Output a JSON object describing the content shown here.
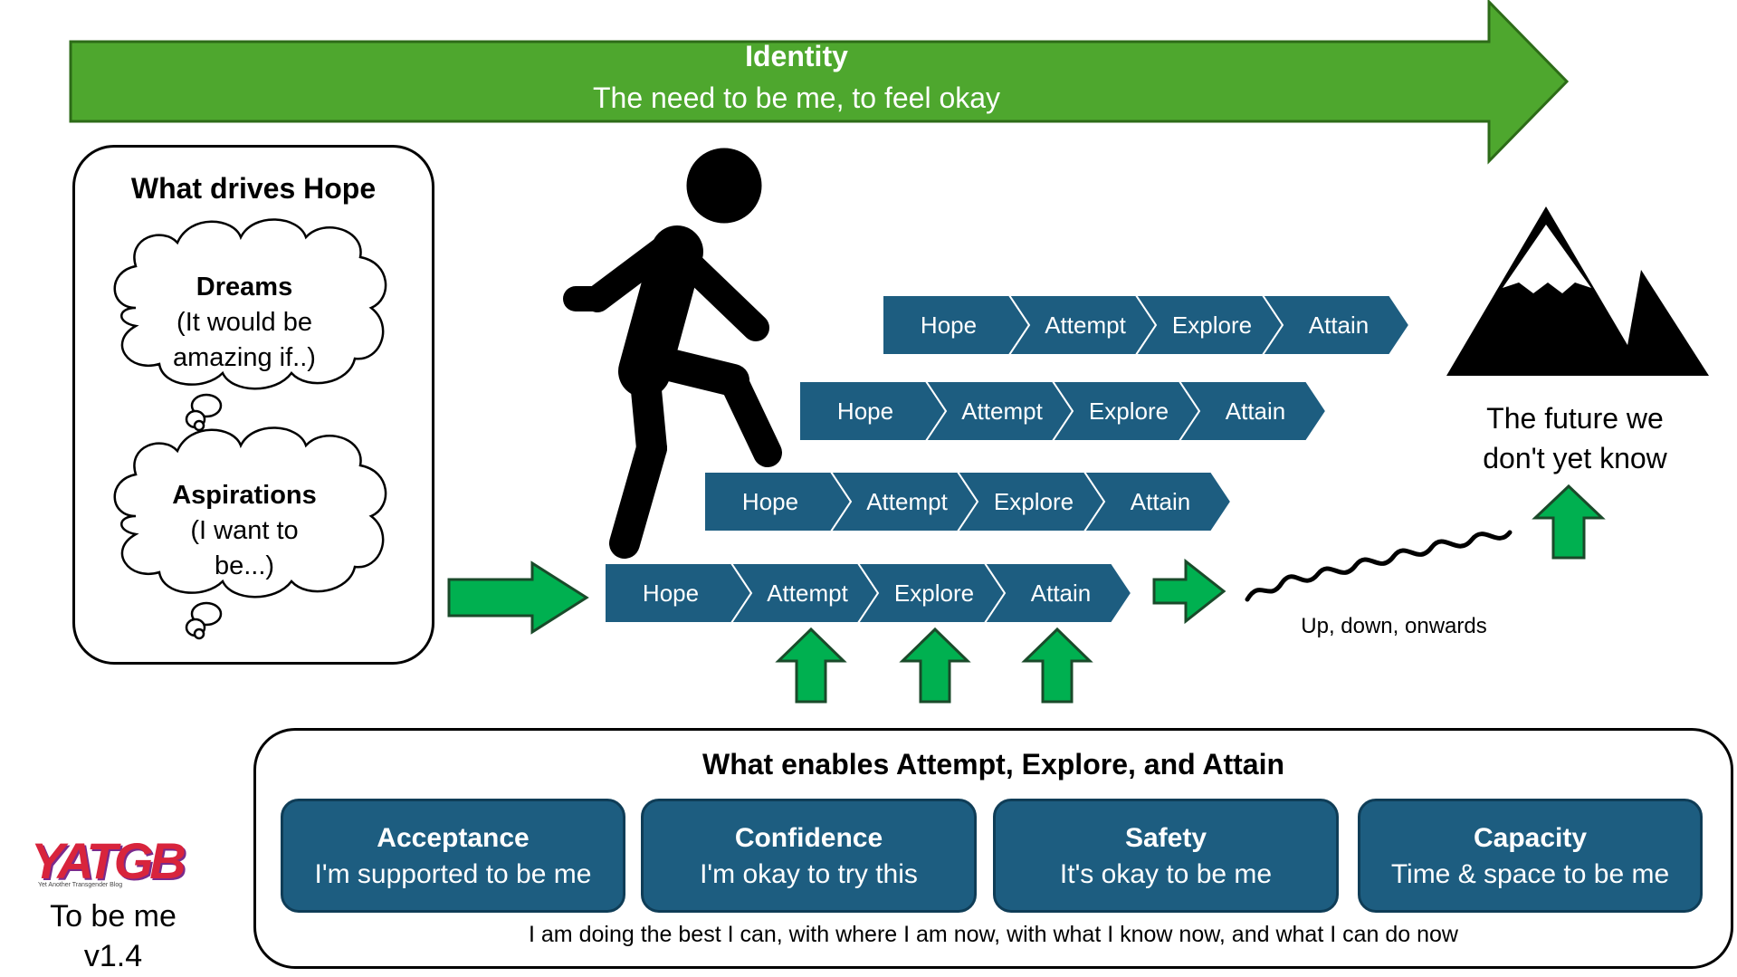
{
  "identity": {
    "title": "Identity",
    "subtitle": "The need to be me, to feel okay"
  },
  "drives": {
    "title": "What drives Hope",
    "dreams": {
      "title": "Dreams",
      "line1": "(It would be",
      "line2": "amazing if..)"
    },
    "aspirations": {
      "title": "Aspirations",
      "line1": "(I want to",
      "line2": "be...)"
    }
  },
  "process_rows": [
    [
      "Hope",
      "Attempt",
      "Explore",
      "Attain"
    ],
    [
      "Hope",
      "Attempt",
      "Explore",
      "Attain"
    ],
    [
      "Hope",
      "Attempt",
      "Explore",
      "Attain"
    ],
    [
      "Hope",
      "Attempt",
      "Explore",
      "Attain"
    ]
  ],
  "future": {
    "line1": "The future we",
    "line2": "don't yet know"
  },
  "wave_label": "Up, down, onwards",
  "enables": {
    "title": "What enables Attempt, Explore, and Attain",
    "cards": [
      {
        "title": "Acceptance",
        "subtitle": "I'm supported to be me"
      },
      {
        "title": "Confidence",
        "subtitle": "I'm okay to try this"
      },
      {
        "title": "Safety",
        "subtitle": "It's okay to be me"
      },
      {
        "title": "Capacity",
        "subtitle": "Time & space to be me"
      }
    ],
    "footer": "I am doing the best I can, with where I am now, with what I know now, and what I can do now"
  },
  "logo": {
    "text": "YATGB",
    "tagline": "Yet Another Transgender Blog"
  },
  "version": {
    "line1": "To be me",
    "line2": "v1.4"
  },
  "colors": {
    "green": "#4ea72e",
    "arrow_green": "#00b050",
    "chevron_blue": "#1d5d80",
    "card_blue": "#1d5d80"
  }
}
